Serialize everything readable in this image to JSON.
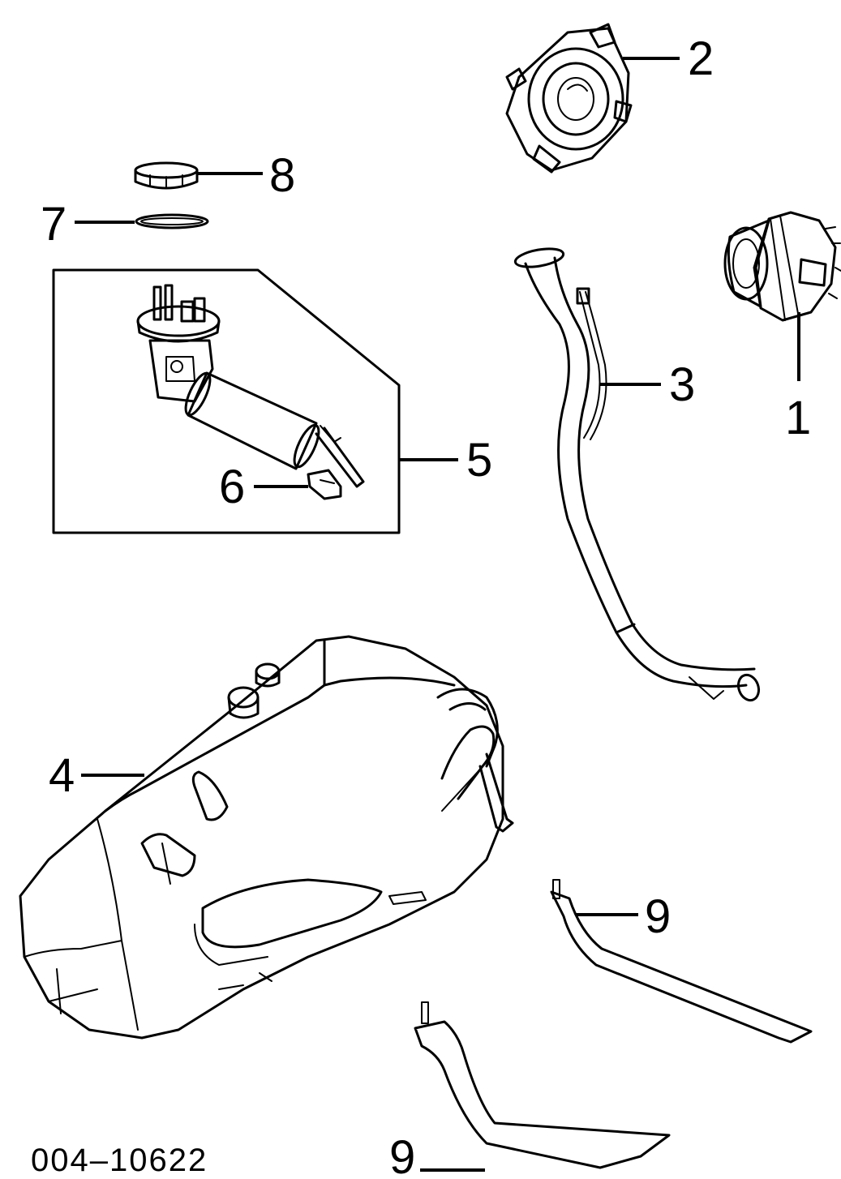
{
  "callouts": {
    "c1": "1",
    "c2": "2",
    "c3": "3",
    "c4": "4",
    "c5": "5",
    "c6": "6",
    "c7": "7",
    "c8": "8",
    "c9a": "9",
    "c9b": "9"
  },
  "drawing_number": "004–10622",
  "parts": {
    "fuel_cap": "fuel-cap-icon",
    "cap_housing": "fill-housing-icon",
    "filler_tube": "filler-tube-icon",
    "fuel_tank": "fuel-tank-icon",
    "fuel_pump_module": "fuel-pump-module-icon",
    "pump_connector": "connector-icon",
    "o_ring": "o-ring-icon",
    "lock_ring": "lock-ring-icon",
    "tank_strap": "tank-strap-icon"
  }
}
